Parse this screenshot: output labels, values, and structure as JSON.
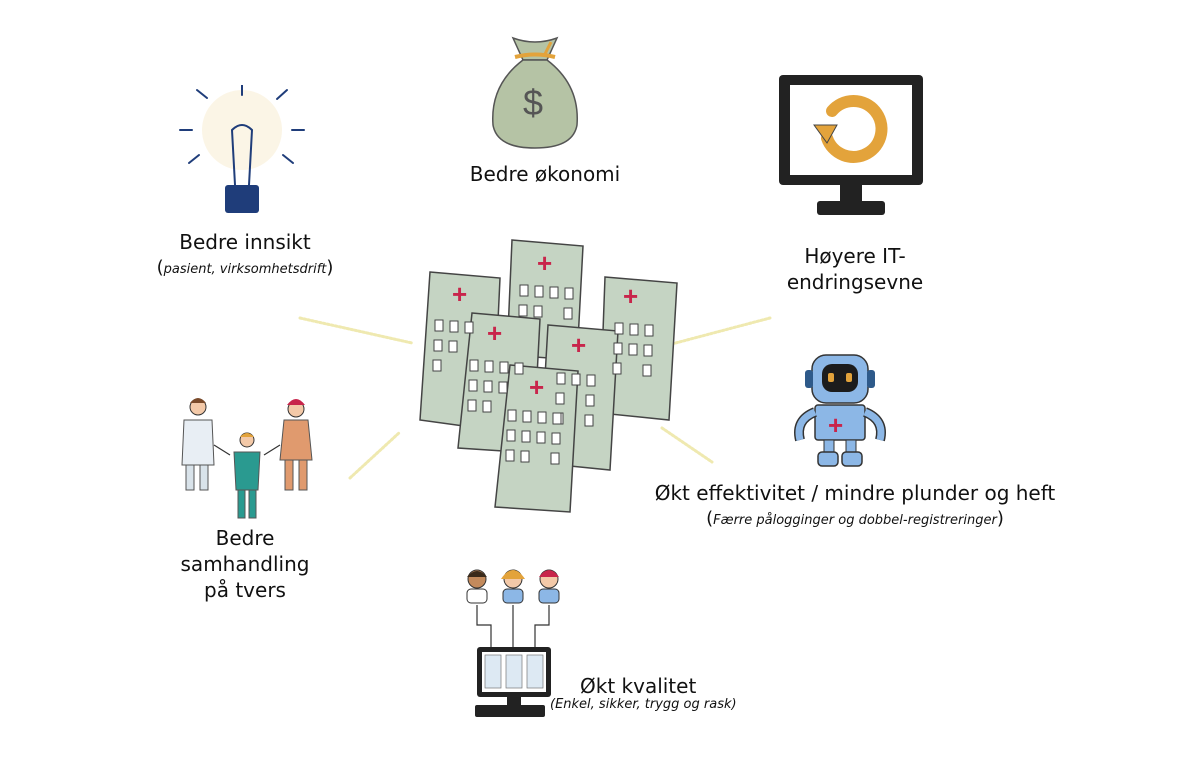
{
  "benefits": {
    "okonomi": {
      "label": "Bedre økonomi"
    },
    "innsikt": {
      "label": "Bedre innsikt",
      "detail": "pasient, virksomhetsdrift"
    },
    "endringsevne": {
      "line1": "Høyere IT-",
      "line2": "endringsevne"
    },
    "effektivitet": {
      "label": "Økt effektivitet / mindre plunder og heft",
      "detail": "Færre pålogginger og dobbel-registreringer"
    },
    "samhandling": {
      "line1": "Bedre",
      "line2": "samhandling",
      "line3": "på tvers"
    },
    "kvalitet": {
      "label": "Økt kvalitet",
      "detail": "(Enkel, sikker, trygg og rask)"
    }
  },
  "icons": {
    "center": "hospital-buildings-icon",
    "okonomi": "money-bag-icon",
    "innsikt": "lightbulb-icon",
    "endringsevne": "monitor-refresh-icon",
    "effektivitet": "robot-icon",
    "samhandling": "healthcare-workers-icon",
    "kvalitet": "connected-users-screen-icon"
  },
  "colors": {
    "building": "#c5d4c3",
    "cross": "#c8254b",
    "accent_orange": "#e3a33b",
    "navy": "#1f3d7a",
    "robot_blue": "#8cb7e6",
    "scrubs_teal": "#2a9a90",
    "scrubs_orange": "#e09a6e",
    "moneybag": "#b5c3a5"
  },
  "center_symbol": "+",
  "money_symbol": "$"
}
